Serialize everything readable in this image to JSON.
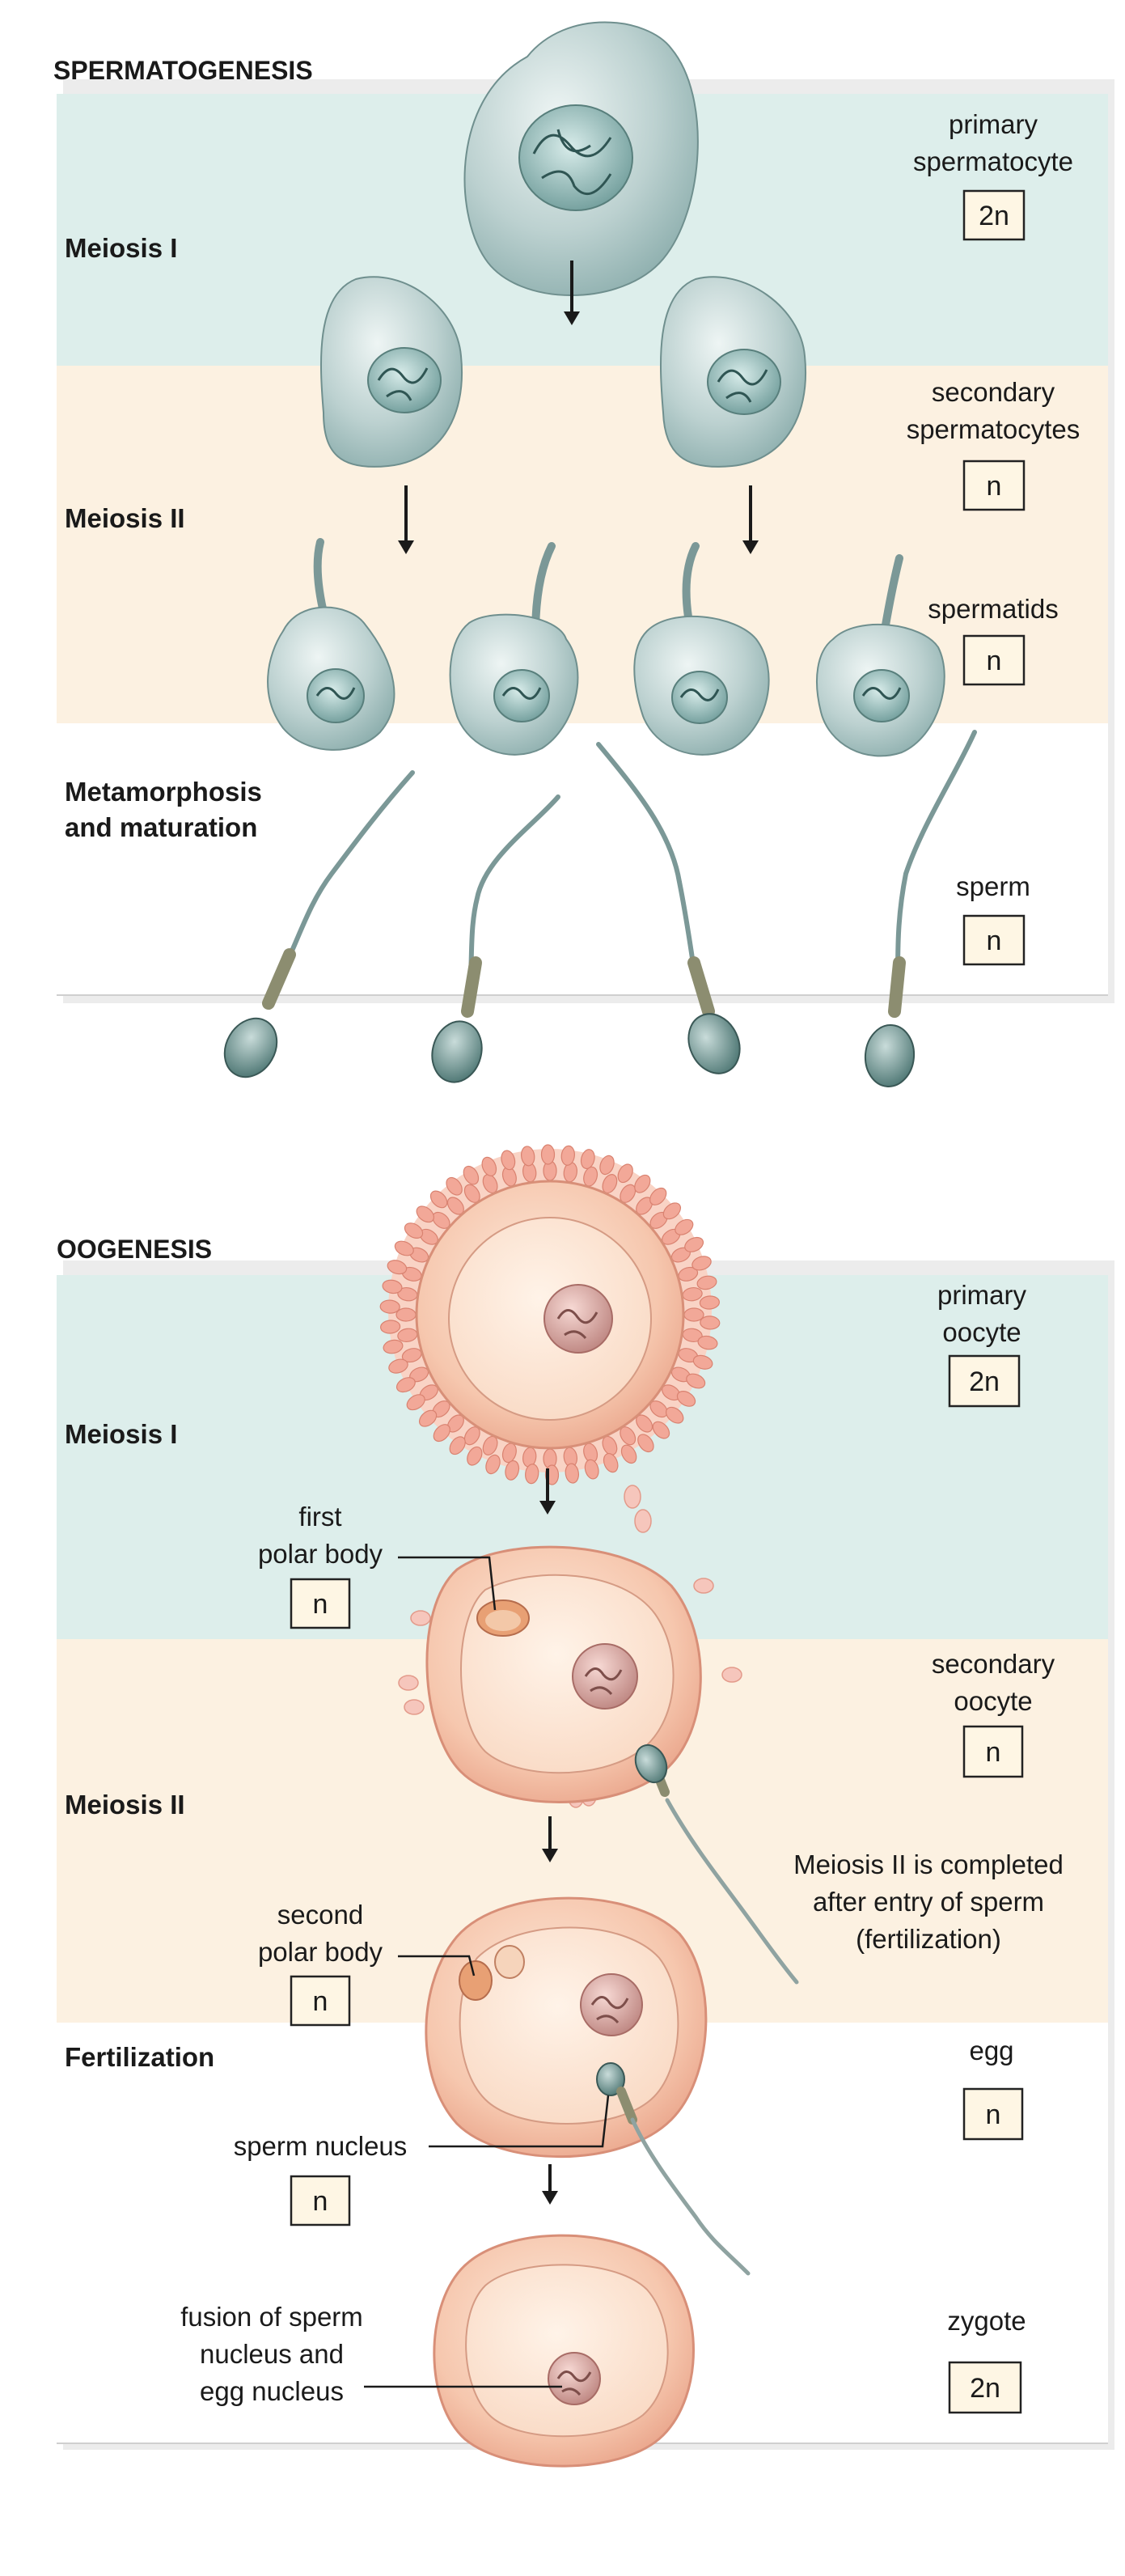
{
  "spermatogenesis": {
    "title": "SPERMATOGENESIS",
    "stages": [
      "Meiosis I",
      "Meiosis II",
      "Metamorphosis\nand maturation"
    ],
    "cells": [
      {
        "label": "primary\nspermatocyte",
        "ploidy": "2n"
      },
      {
        "label": "secondary\nspermatocytes",
        "ploidy": "n"
      },
      {
        "label": "spermatids",
        "ploidy": "n"
      },
      {
        "label": "sperm",
        "ploidy": "n"
      }
    ]
  },
  "oogenesis": {
    "title": "OOGENESIS",
    "stages": [
      "Meiosis I",
      "Meiosis II",
      "Fertilization"
    ],
    "cells": [
      {
        "label": "primary\noocyte",
        "ploidy": "2n"
      },
      {
        "label": "secondary\noocyte",
        "ploidy": "n"
      },
      {
        "label": "egg",
        "ploidy": "n"
      },
      {
        "label": "zygote",
        "ploidy": "2n"
      }
    ],
    "callouts": [
      {
        "label": "first\npolar body",
        "ploidy": "n"
      },
      {
        "label": "second\npolar body",
        "ploidy": "n"
      },
      {
        "label": "sperm nucleus",
        "ploidy": "n"
      },
      {
        "label": "fusion of sperm\nnucleus and\negg nucleus",
        "ploidy": ""
      }
    ],
    "note": "Meiosis II is completed\nafter entry of sperm\n(fertilization)"
  },
  "colors": {
    "meiosis1_band": "#ddeeeb",
    "meiosis2_band": "#fcf1e1",
    "ploidy_box": "#fef6e4",
    "sperm_cell": "#b7cdcc",
    "oocyte": "#f6c4ac",
    "follicle_cells": "#f2a898"
  }
}
